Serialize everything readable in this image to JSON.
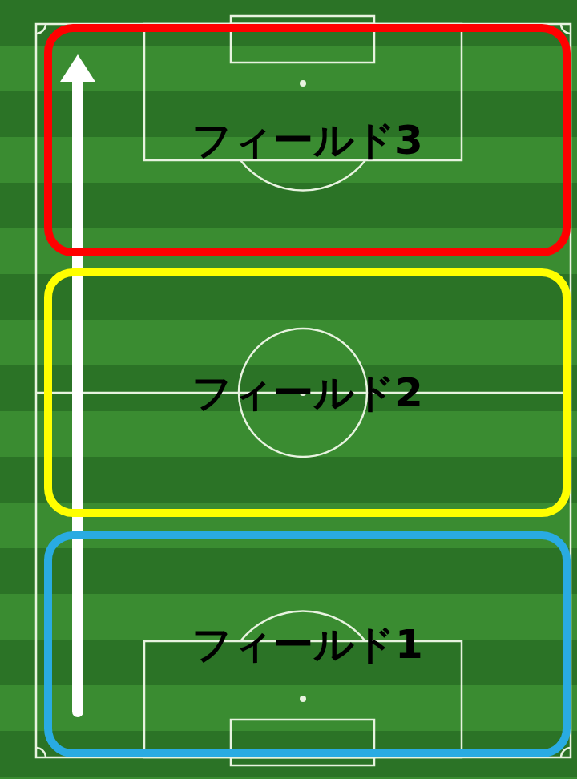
{
  "diagram": {
    "nodes": [
      {
        "text": [
          "フィールド3"
        ]
      },
      {
        "text": [
          "フィールド2"
        ]
      },
      {
        "text": [
          "フィールド1"
        ]
      }
    ],
    "edges": [
      {
        "from": 2,
        "to": 0,
        "arrow": "to"
      }
    ]
  }
}
